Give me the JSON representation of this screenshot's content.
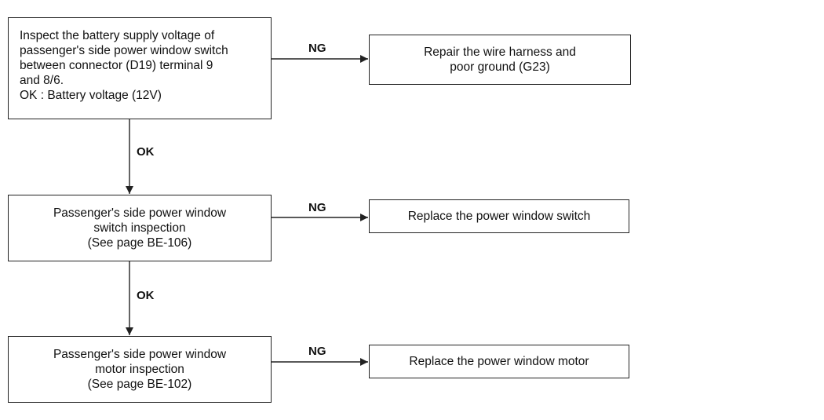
{
  "diagram": {
    "step1": {
      "lines": [
        "Inspect the battery supply voltage of",
        "passenger's side power window switch",
        "between connector (D19) terminal 9",
        "and 8/6.",
        "OK : Battery voltage (12V)"
      ]
    },
    "result1": {
      "lines": [
        "Repair the wire harness and",
        "poor ground (G23)"
      ]
    },
    "step2": {
      "lines": [
        "Passenger's side power window",
        "switch inspection",
        "(See page BE-106)"
      ]
    },
    "result2": {
      "lines": [
        "Replace the power window switch"
      ]
    },
    "step3": {
      "lines": [
        "Passenger's side power window",
        "motor inspection",
        "(See page BE-102)"
      ]
    },
    "result3": {
      "lines": [
        "Replace the power window motor"
      ]
    },
    "labels": {
      "ng1": "NG",
      "ok1": "OK",
      "ng2": "NG",
      "ok2": "OK",
      "ng3": "NG"
    },
    "colors": {
      "line": "#222222",
      "text": "#111111",
      "background": "#ffffff"
    }
  }
}
